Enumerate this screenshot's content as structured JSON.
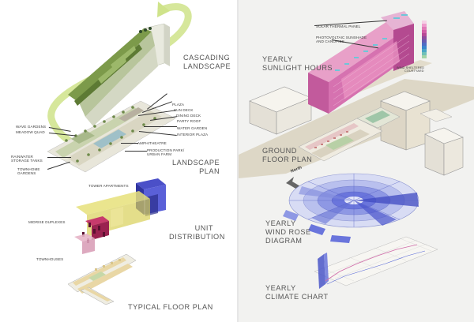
{
  "left": {
    "titles": {
      "cascading_1": "CASCADING",
      "cascading_2": "LANDSCAPE",
      "landscape_1": "LANDSCAPE",
      "landscape_2": "PLAN",
      "unit_1": "UNIT",
      "unit_2": "DISTRIBUTION",
      "typical": "TYPICAL FLOOR PLAN"
    },
    "labels": {
      "plaza": "PLAZA",
      "sun_deck": "SUN DECK",
      "dining_deck": "DINING DECK",
      "party_roof": "PARTY ROOF",
      "water_garden": "WATER GARDEN",
      "interior_plaza": "INTERIOR PLAZA",
      "wave_gardens": "WAVE GARDENS",
      "meadow_quad": "MEADOW QUAD",
      "amphitheatre": "AMPHITHEATRE",
      "production_1": "PRODUCTION PARK/",
      "production_2": "URBAN FARM",
      "rainwater_1": "RAINWATER",
      "rainwater_2": "STORAGE TANKS",
      "townhome_1": "TOWNHOME",
      "townhome_2": "GARDENS",
      "tower_apartments": "TOWER APARTMENTS",
      "midrise": "MIDRISE DUPLEXES",
      "townhouses": "TOWNHOUSES"
    }
  },
  "right": {
    "titles": {
      "sunlight_1": "YEARLY",
      "sunlight_2": "SUNLIGHT HOURS",
      "ground_1": "GROUND",
      "ground_2": "FLOOR PLAN",
      "wind_1": "YEARLY",
      "wind_2": "WIND ROSE",
      "wind_3": "DIAGRAM",
      "climate_1": "YEARLY",
      "climate_2": "CLIMATE CHART"
    },
    "labels": {
      "solar": "SOLAR THERMAL PANEL",
      "pv_1": "PHOTOVOLTAIC SUNSHADE",
      "pv_2": "AND CANOPIES",
      "wind_sheltered_1": "WIND SHELTERED",
      "wind_sheltered_2": "COURTYARD",
      "north": "North"
    }
  },
  "colors": {
    "landscape_green": "#7c9a4a",
    "arrow_green": "#cfe38a",
    "tower_blue": "#3b3fb5",
    "unit_yellow": "#e0dc3a",
    "unit_magenta": "#b3245a",
    "sun_magenta": "#d06aa8",
    "wind_blue": "#5a6ad8",
    "building_beige": "#ece6d8"
  }
}
